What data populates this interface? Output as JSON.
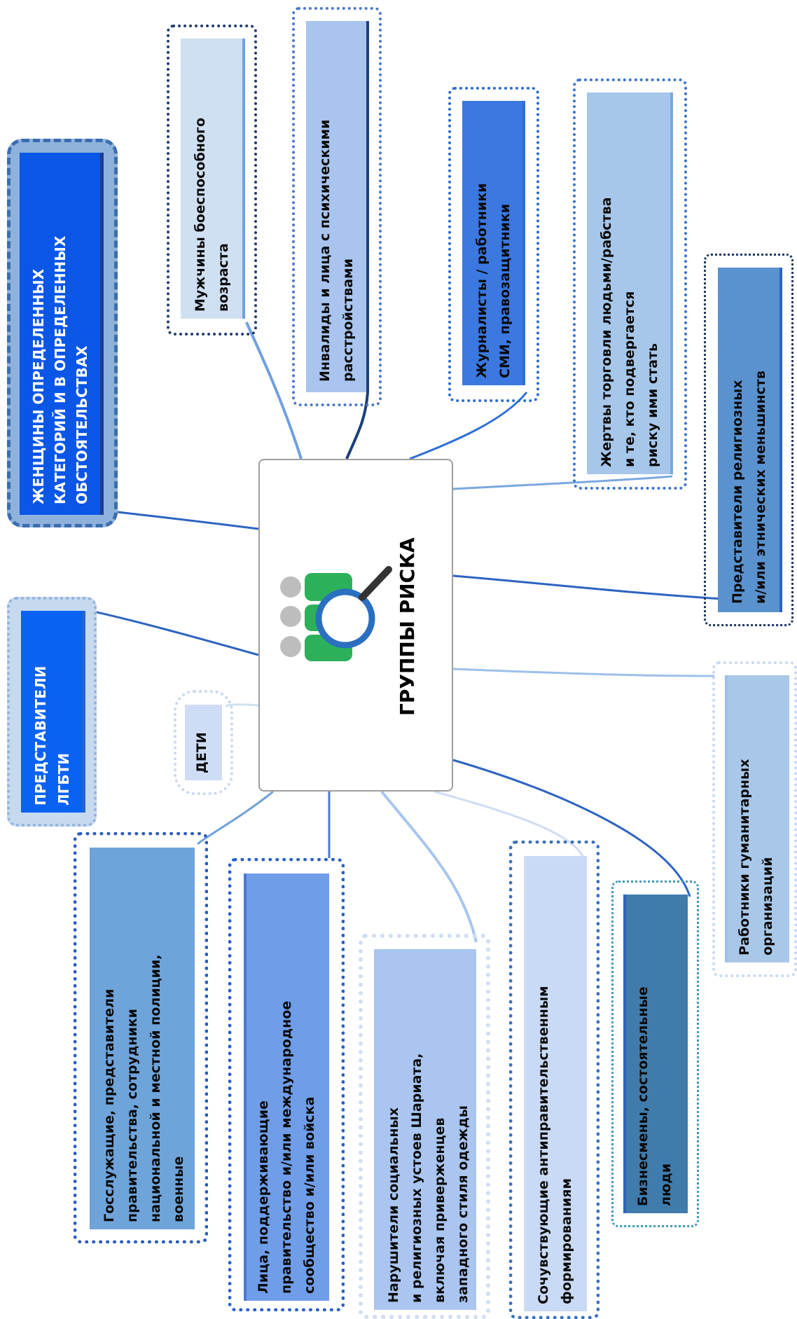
{
  "central": {
    "title": "ГРУППЫ РИСКА"
  },
  "nodes": [
    {
      "id": "women",
      "label": "ЖЕНЩИНЫ ОПРЕДЕЛЕННЫХ\nКАТЕГОРИЙ И В ОПРЕДЕЛЕННЫХ\nОБСТОЯТЕЛЬСТВАХ",
      "fill": "#0a56e6",
      "outline": "#3a6db0",
      "text_color": "#ffffff"
    },
    {
      "id": "men",
      "label": "Мужчины боеспособного\nвозраста",
      "fill": "#cfe0f2",
      "outline": "#1f3a6e",
      "text_color": "#0a0a0a"
    },
    {
      "id": "disabled",
      "label": "Инвалиды и лица с психическими\nрасстройствами",
      "fill": "#a9c4ee",
      "outline": "#4a78c6",
      "text_color": "#0a0a0a"
    },
    {
      "id": "journalists",
      "label": "Журналисты / работники\nСМИ, правозащитники",
      "fill": "#3b78e0",
      "outline": "#2a6ad0",
      "text_color": "#0a0a0a"
    },
    {
      "id": "trafficking",
      "label": "Жертвы торговли людьми/рабства\nи те, кто подвергается\nриску ими стать",
      "fill": "#a7c7ea",
      "outline": "#3a73c8",
      "text_color": "#0a0a0a"
    },
    {
      "id": "minorities",
      "label": "Представители религиозных\nи/или этнических меньшинств",
      "fill": "#5a92cf",
      "outline": "#1d3562",
      "text_color": "#0a0a0a"
    },
    {
      "id": "humanitarian",
      "label": "Работники гуманитарных\nорганизаций",
      "fill": "#a9c8e9",
      "outline": "#9fbde0",
      "text_color": "#0a0a0a"
    },
    {
      "id": "business",
      "label": "Бизнесмены, состоятельные\nлюди",
      "fill": "#3f7cac",
      "outline": "#3f9ab2",
      "text_color": "#0a0a0a"
    },
    {
      "id": "sympathizers",
      "label": "Сочувствующие антиправительственным\nформированиям",
      "fill": "#c8daf5",
      "outline": "#3a6fc0",
      "text_color": "#0a0a0a"
    },
    {
      "id": "sharia",
      "label": "Нарушители социальных\nи религиозных устоев Шариата,\nвключая приверженцев\nзападного стиля одежды",
      "fill": "#a9c5f0",
      "outline": "#bcd0ee",
      "text_color": "#0a0a0a"
    },
    {
      "id": "supporters",
      "label": "Лица, поддерживающие\nправительство и/или международное\nсообщество и/или войска",
      "fill": "#6f9de8",
      "outline": "#2860c8",
      "text_color": "#0a0a0a"
    },
    {
      "id": "civil",
      "label": "Госслужащие, представители\nправительства, сотрудники\nнациональной и местной полиции,\nвоенные",
      "fill": "#6fa4da",
      "outline": "#2a5cc0",
      "text_color": "#0a0a0a"
    },
    {
      "id": "children",
      "label": "ДЕТИ",
      "fill": "#cfdcf5",
      "outline": "#b8c8e8",
      "text_color": "#0a0a0a"
    },
    {
      "id": "lgbt",
      "label": "ПРЕДСТАВИТЕЛИ\nЛГБТИ",
      "fill": "#0a62f2",
      "outline": "#5b8fd0",
      "text_color": "#ffffff"
    }
  ],
  "icons": {
    "central_icon": "people-search-icon"
  }
}
